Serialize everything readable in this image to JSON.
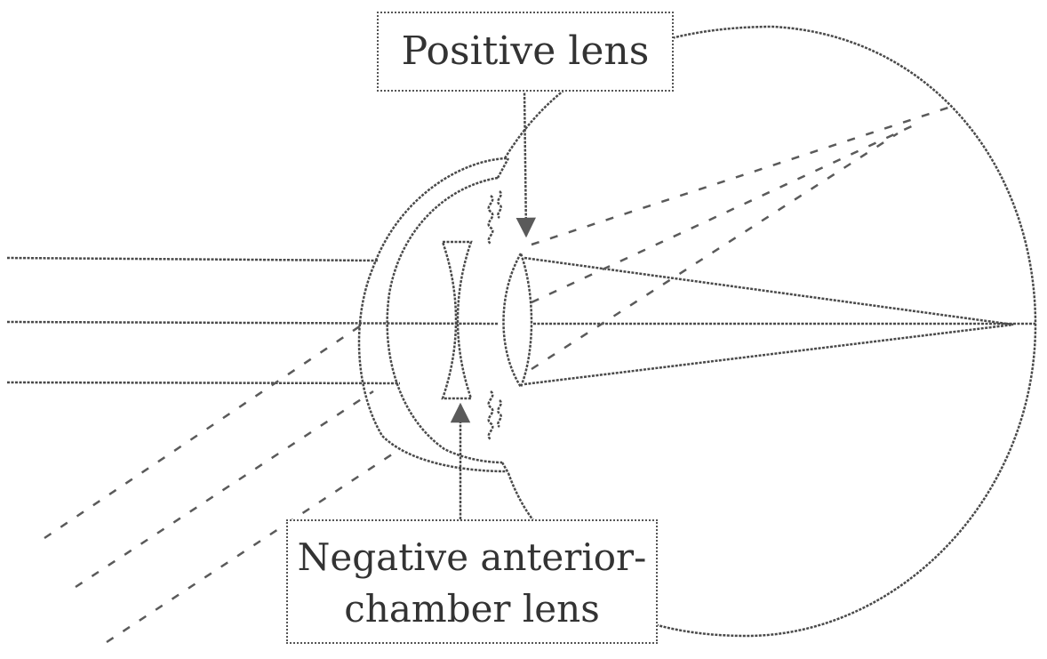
{
  "labels": {
    "positive_lens": "Positive lens",
    "negative_lens_line1": "Negative anterior-",
    "negative_lens_line2": "chamber lens"
  },
  "colors": {
    "line": "#4a4a4a",
    "text": "#333333",
    "background": "#ffffff"
  }
}
